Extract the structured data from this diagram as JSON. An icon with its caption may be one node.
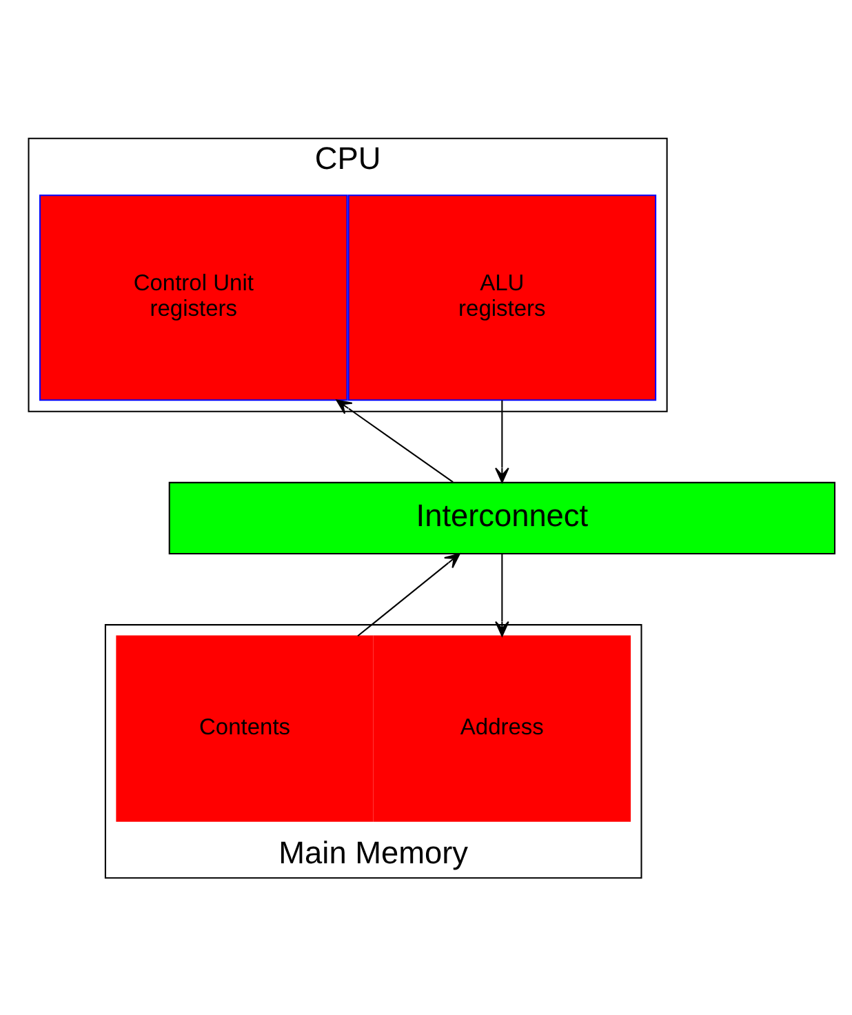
{
  "diagram": {
    "nodes": [
      {
        "text": [
          "CPU"
        ]
      },
      {
        "text": [
          "ALU",
          "registers"
        ],
        "in": 0
      },
      {
        "text": [
          "Control Unit",
          "registers"
        ],
        "in": 0
      },
      {
        "text": [
          "Interconnect"
        ]
      },
      {
        "text": [
          "Main Memory"
        ]
      },
      {
        "text": [
          "Address"
        ],
        "in": 4
      },
      {
        "text": [
          "Contents"
        ],
        "in": 4
      }
    ],
    "edges": [
      {
        "from": 1,
        "to": 3,
        "arrow": "to"
      },
      {
        "from": 3,
        "to": 2,
        "arrow": "to"
      },
      {
        "from": 3,
        "to": 5,
        "arrow": "to"
      },
      {
        "from": 6,
        "to": 3,
        "arrow": "to"
      }
    ]
  }
}
